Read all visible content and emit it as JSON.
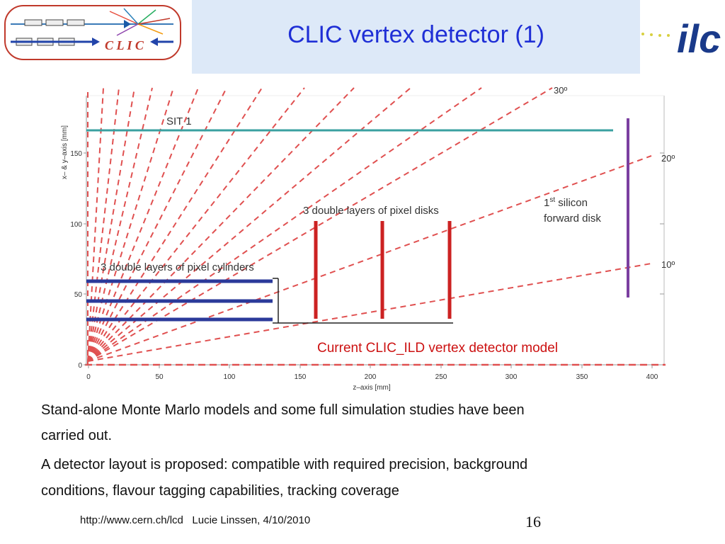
{
  "slide": {
    "title": "CLIC vertex detector (1)",
    "logo_clic_text": "C L I C",
    "logo_ilc_text": "ilc",
    "body_lines": [
      "Stand-alone Monte Marlo models and some full simulation studies have been",
      "carried out.",
      "A detector layout is proposed: compatible with required precision, background",
      "conditions, flavour tagging capabilities, tracking coverage"
    ],
    "footer": "http://www.cern.ch/lcd   Lucie Linssen, 4/10/2010",
    "page_number": "16"
  },
  "diagram": {
    "x_axis_label": "z–axis [mm]",
    "y_axis_label": "x– & y–axis [mm]",
    "x_ticks": [
      "0",
      "50",
      "100",
      "150",
      "200",
      "250",
      "300",
      "350",
      "400"
    ],
    "y_ticks": [
      "0",
      "50",
      "100",
      "150"
    ],
    "angle_labels": [
      "30º",
      "20º",
      "10º"
    ],
    "sit_label": "SIT 1",
    "disks_label": "3 double layers of pixel disks",
    "cylinders_label": "3 double layers of pixel cylinders",
    "forward_disk_label_sup": "st",
    "forward_disk_label_line1_pre": "1",
    "forward_disk_label_line1_post": " silicon",
    "forward_disk_label_line2": "forward disk",
    "caption": "Current CLIC_ILD vertex detector model",
    "colors": {
      "cylinders": "#2b3a9a",
      "disks": "#cc2222",
      "forward_disk": "#7b3fa0",
      "sit": "#3aa0a0",
      "dashed": "#e05050",
      "caption": "#cc1111"
    }
  }
}
